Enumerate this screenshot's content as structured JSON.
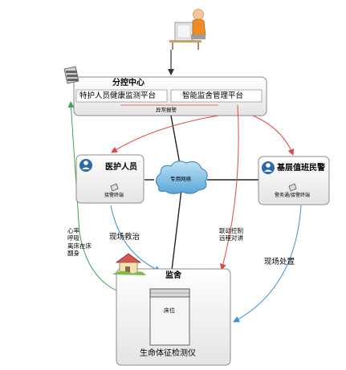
{
  "center": {
    "title": "分控中心",
    "platform_health": "特护人员健康监测平台",
    "platform_mgmt": "智能监舍管理平台",
    "alarm_label": "异常报警"
  },
  "medical": {
    "title": "医护人员",
    "device": "接警终端"
  },
  "police": {
    "title": "基层值班民警",
    "device": "警务通/接警终端"
  },
  "network": {
    "label": "专用网络"
  },
  "cell": {
    "title": "监舍",
    "bed": "床位",
    "device": "生命体征检测仪"
  },
  "edges": {
    "vitals": "心率\n呼吸\n离床在床\n翻身",
    "rescue": "现场救治",
    "linkage": "联动控制\n远程对讲",
    "onsite": "现场处置"
  },
  "colors": {
    "red": "#e2463e",
    "green": "#3aa65a",
    "blue": "#3b8fd0"
  }
}
